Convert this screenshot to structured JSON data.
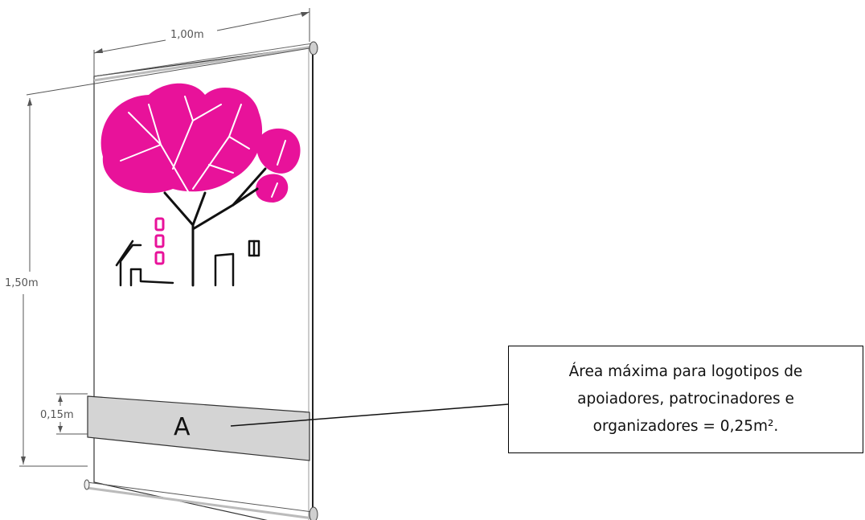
{
  "dimensions": {
    "width_label": "1,00m",
    "height_label": "1,50m",
    "band_label": "0,15m"
  },
  "area": {
    "letter": "A",
    "note": "Área máxima para logotipos de apoiadores, patrocinadores e organizadores = 0,25m²."
  },
  "colors": {
    "tree_foliage": "#e8129a",
    "logo_band": "#d4d4d4",
    "outline": "#222222",
    "dimension_lines": "#555555"
  },
  "icons": [
    "tree-illustration",
    "house-illustration",
    "banner-roller"
  ]
}
